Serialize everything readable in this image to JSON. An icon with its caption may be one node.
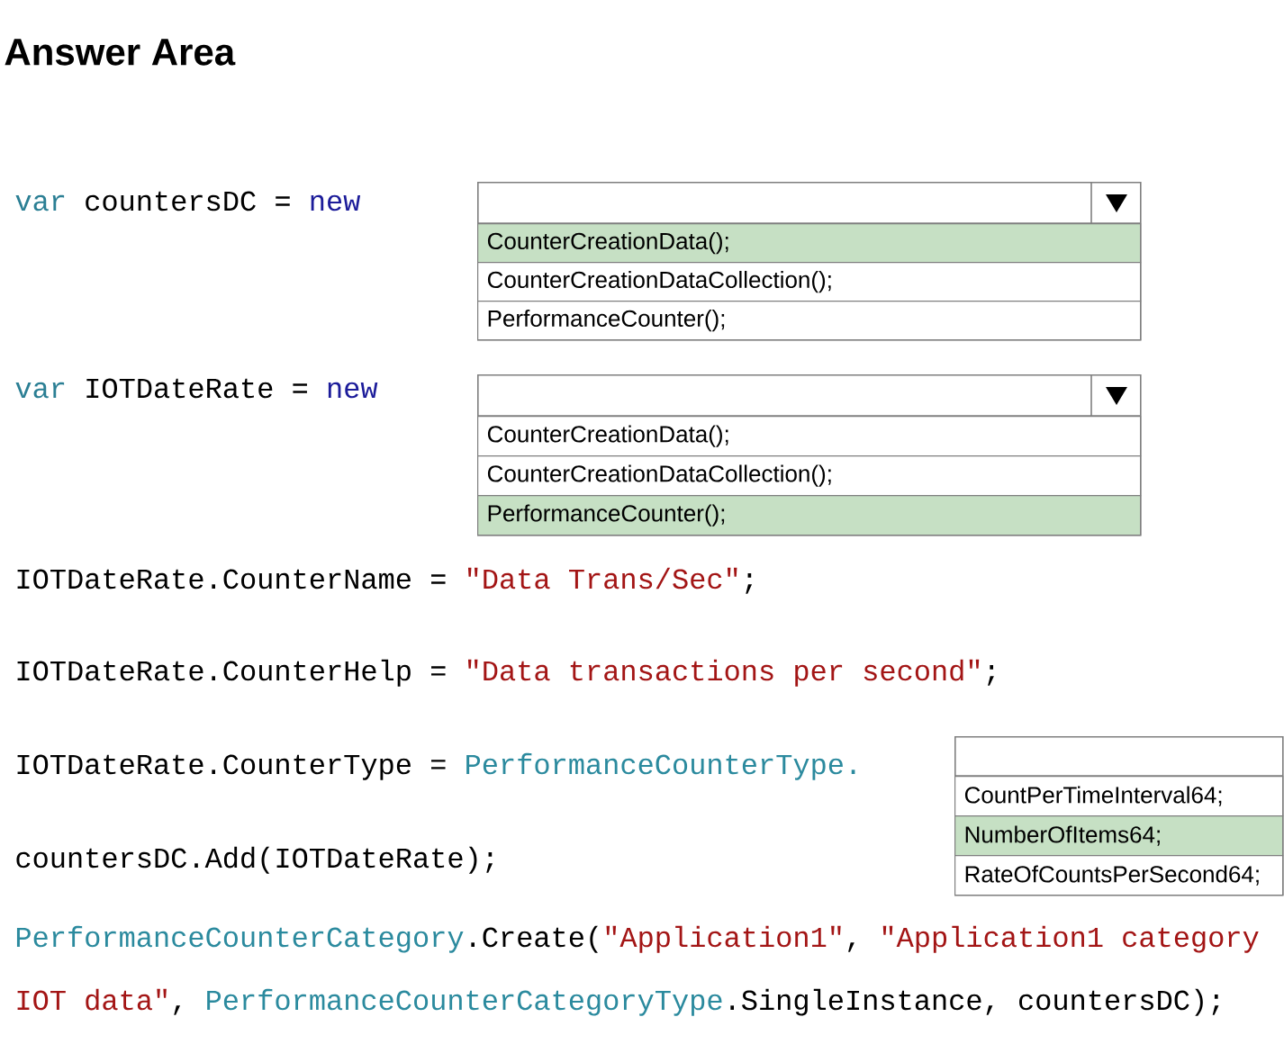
{
  "diagram": {
    "title": "Answer Area",
    "nodes": [
      {
        "text": [],
        "shape": "box"
      },
      {
        "text": [
          "CounterCreationData();"
        ],
        "in": 0
      },
      {
        "text": [
          "CounterCreationDataCollection();"
        ],
        "in": 0
      },
      {
        "text": [
          "PerformanceCounter();"
        ],
        "in": 0
      },
      {
        "text": [],
        "shape": "box"
      },
      {
        "text": [
          "CounterCreationData();"
        ],
        "in": 4
      },
      {
        "text": [
          "CounterCreationDataCollection();"
        ],
        "in": 4
      },
      {
        "text": [
          "PerformanceCounter();"
        ],
        "in": 4
      },
      {
        "text": [],
        "shape": "box"
      },
      {
        "text": [
          "CountPerTimeInterval64;"
        ],
        "in": 8
      },
      {
        "text": [
          "NumberOfItems64;"
        ],
        "in": 8
      },
      {
        "text": [
          "RateOfCountsPerSecond64;"
        ],
        "in": 8
      }
    ],
    "labels": [
      "var",
      "countersDC =",
      "new",
      "var",
      "IOTDateRate =",
      "new",
      "IOTDateRate.CounterName =",
      "\"Data Trans/Sec\"",
      ";",
      "IOTDateRate.CounterHelp =",
      "\"Data transactions per second\"",
      ";",
      "IOTDateRate.CounterType =",
      "PerformanceCounterType.",
      "countersDC.Add(IOTDateRate);",
      "PerformanceCounterCategory",
      ".Create(",
      "\"Application1\"",
      ",",
      "\"Application1 category",
      "IOT data\"",
      ",",
      "PerformanceCounterCategoryType",
      ".SingleInstance, countersDC);"
    ]
  }
}
